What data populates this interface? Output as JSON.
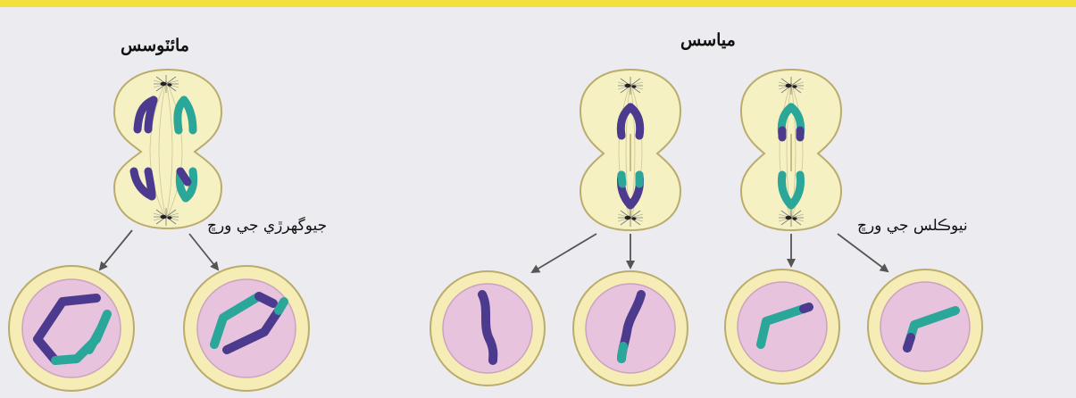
{
  "labels": {
    "mitosis_title": "مائٽوسس",
    "meiosis_title": "مياسس",
    "crossing_over": "جيوگهرڙي جي ورڇ",
    "nucleus_division": "نيوڪلس جي ورڇ"
  },
  "colors": {
    "background": "#ecebef",
    "top_bar": "#f4e03a",
    "dividing_cell_fill": "#f6f1c2",
    "dividing_cell_stroke": "#b9ac6c",
    "daughter_cell_ring": "#f6ecb6",
    "daughter_nucleus": "#e8c3de",
    "chromosome_purple": "#4c3a8e",
    "chromosome_teal": "#2ba79a"
  }
}
